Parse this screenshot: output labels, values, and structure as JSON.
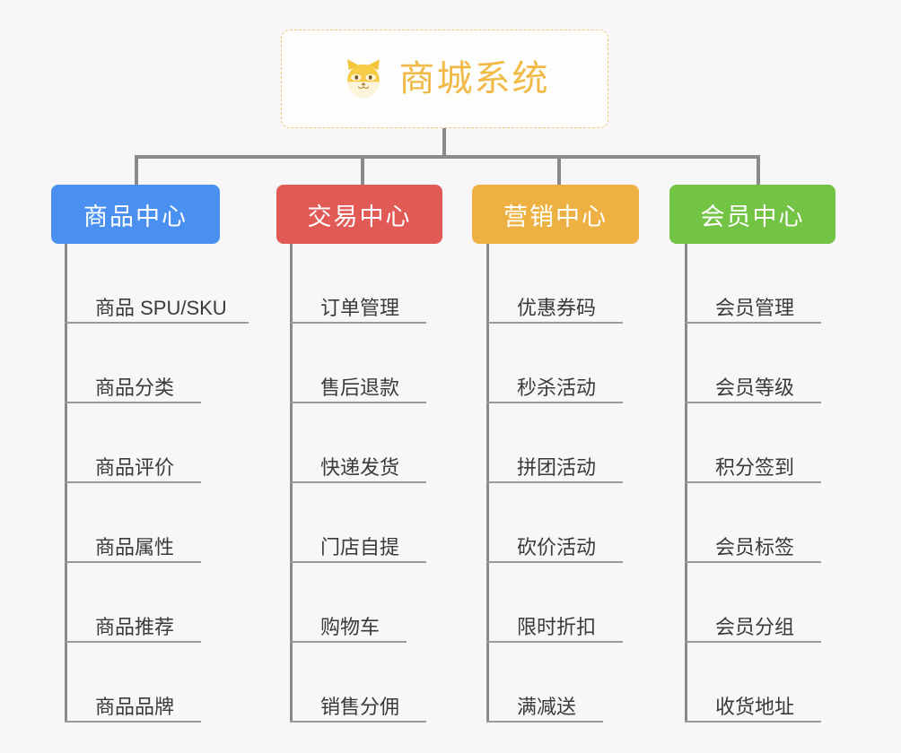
{
  "root": {
    "icon": "shiba-dog-icon",
    "title": "商城系统",
    "title_color": "#f1b945",
    "border_color": "#e9c877"
  },
  "connector_color": "#8a8a8a",
  "background_color": "#f7f7f7",
  "categories": [
    {
      "label": "商品中心",
      "color": "#4a90f0",
      "items": [
        "商品 SPU/SKU",
        "商品分类",
        "商品评价",
        "商品属性",
        "商品推荐",
        "商品品牌"
      ]
    },
    {
      "label": "交易中心",
      "color": "#e15a56",
      "items": [
        "订单管理",
        "售后退款",
        "快递发货",
        "门店自提",
        "购物车",
        "销售分佣"
      ]
    },
    {
      "label": "营销中心",
      "color": "#edb143",
      "items": [
        "优惠券码",
        "秒杀活动",
        "拼团活动",
        "砍价活动",
        "限时折扣",
        "满减送"
      ]
    },
    {
      "label": "会员中心",
      "color": "#73c344",
      "items": [
        "会员管理",
        "会员等级",
        "积分签到",
        "会员标签",
        "会员分组",
        "收货地址"
      ]
    }
  ]
}
